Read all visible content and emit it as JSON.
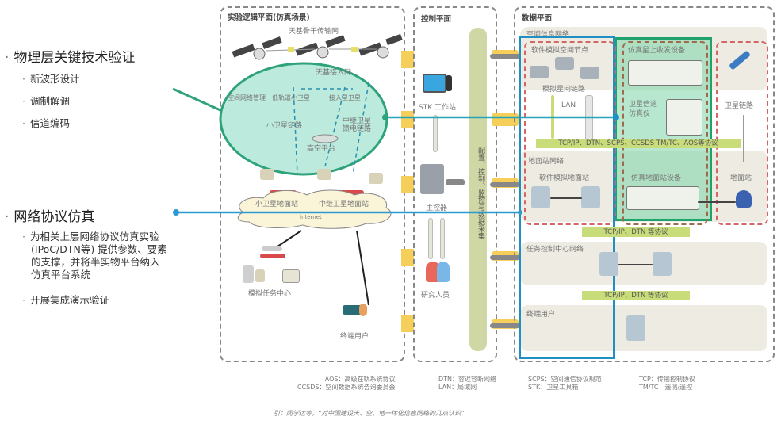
{
  "left_panel": {
    "section1": {
      "heading": "物理层关键技术验证",
      "items": [
        "新波形设计",
        "调制解调",
        "信道编码"
      ]
    },
    "section2": {
      "heading": "网络协议仿真",
      "items": [
        "为相关上层网络协议仿真实验",
        "(IPoC/DTN等) 提供参数、要素",
        "的支撑，并将半实物平台纳入",
        "仿真平台系统"
      ],
      "item2": "开展集成演示验证"
    },
    "bullet": "·"
  },
  "experiment_plane": {
    "title": "实验逻辑平面(仿真场景)",
    "backbone": "天基骨干传输网",
    "access": "天基接入网",
    "nodes": [
      "空间网络管理",
      "低轨道小卫星",
      "接入星卫星"
    ],
    "small_sat_link": "小卫星链路",
    "relay_link": [
      "中继卫星",
      "馈电链路"
    ],
    "high_platform": "高空平台",
    "small_sat_ground": "小卫星地面站",
    "relay_ground": "中继卫星地面站",
    "internet": "Internet",
    "mission_center": "模拟任务中心",
    "end_user": "终端用户"
  },
  "control_plane": {
    "title": "控制平面",
    "stk": "STK 工作站",
    "master": "主控器",
    "researchers": "研究人员",
    "bar_text": "配置、控制、监控与数据采集"
  },
  "data_plane": {
    "title": "数据平面",
    "space_network": "空间信息网络",
    "sw_space_node": "软件模拟空间节点",
    "sim_link": "模拟星间链路",
    "lan": "LAN",
    "sat_rx": "仿真星上收发设备",
    "channel_sim": [
      "卫星信道",
      "仿真仪"
    ],
    "sat_link": "卫星链路",
    "proto1": "TCP/IP、DTN、SCPS、CCSDS TM/TC、AOS等协议",
    "ground_network": "地面站网络",
    "sw_ground": "软件模拟地面站",
    "sim_ground_dev": "仿真地面站设备",
    "ground_station": "地面站",
    "proto2": "TCP/IP、DTN 等协议",
    "mission_ctrl": "任务控制中心网络",
    "proto3": "TCP/IP、DTN 等协议",
    "end_user": "终端用户"
  },
  "legend": [
    [
      "AOS：高级在轨系统协议",
      "CCSDS：空间数据系统咨询委员会"
    ],
    [
      "DTN：容迟容断网络",
      "LAN：局域网"
    ],
    [
      "SCPS：空间通信协议规范",
      "STK：卫星工具箱"
    ],
    [
      "TCP：传输控制协议",
      "TM/TC：遥测/遥控"
    ]
  ],
  "caption": "引：闵学达等，“对中国建设天、空、地一体化信息网络的几点认识”",
  "colors": {
    "green_accent": "#2ea37a",
    "blue_accent": "#1f8fc4",
    "teal_line": "#22a6b8",
    "yellow": "#f6cf5a",
    "red_dash": "#d46666"
  }
}
